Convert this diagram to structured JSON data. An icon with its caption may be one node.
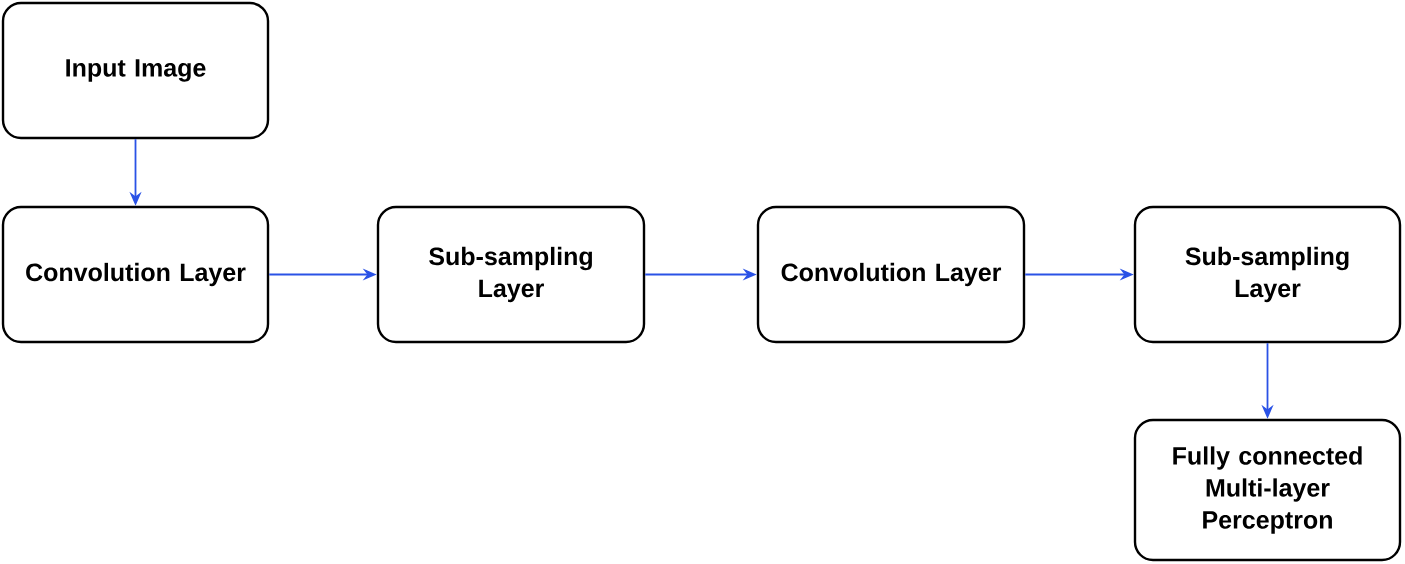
{
  "diagram": {
    "nodes": [
      {
        "text": [
          "Input Image"
        ]
      },
      {
        "text": [
          "Convolution Layer"
        ]
      },
      {
        "text": [
          "Sub-sampling Layer"
        ]
      },
      {
        "text": [
          "Convolution Layer"
        ]
      },
      {
        "text": [
          "Sub-sampling Layer"
        ]
      },
      {
        "text": [
          "Fully connected Multi-layer Perceptron"
        ]
      }
    ],
    "edges": [
      {
        "from": 0,
        "to": 1,
        "arrow": "to"
      },
      {
        "from": 1,
        "to": 2,
        "arrow": "to"
      },
      {
        "from": 2,
        "to": 3,
        "arrow": "to"
      },
      {
        "from": 3,
        "to": 4,
        "arrow": "to"
      },
      {
        "from": 4,
        "to": 5,
        "arrow": "to"
      }
    ]
  }
}
